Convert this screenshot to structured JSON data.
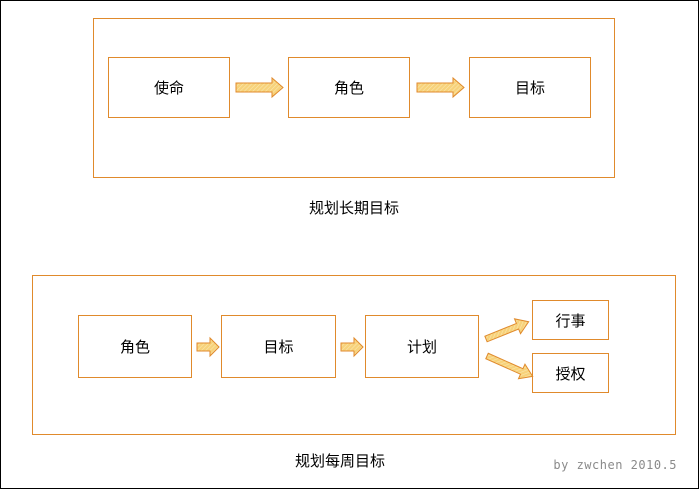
{
  "long_term": {
    "nodes": [
      "使命",
      "角色",
      "目标"
    ],
    "caption": "规划长期目标"
  },
  "weekly": {
    "nodes": [
      "角色",
      "目标",
      "计划"
    ],
    "outcomes": [
      "行事",
      "授权"
    ],
    "caption": "规划每周目标"
  },
  "credit": "by zwchen 2010.5",
  "colors": {
    "border": "#e08a2c",
    "arrow_fill": "#f7d27a",
    "arrow_stroke": "#e08a2c",
    "outer_frame": "#000000",
    "credit_text": "#8a8a8a"
  }
}
